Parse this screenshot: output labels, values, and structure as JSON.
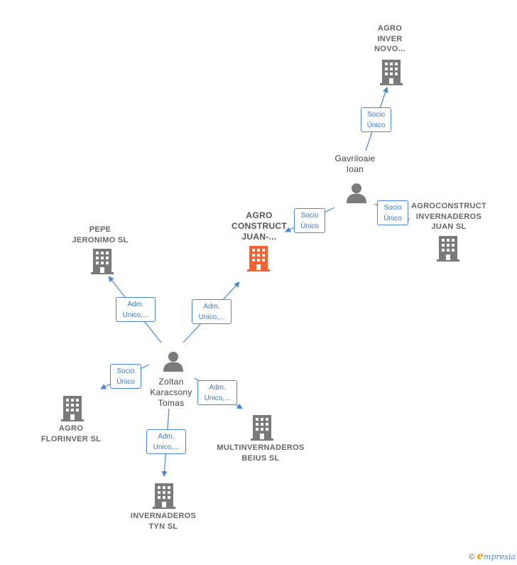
{
  "colors": {
    "company": "#7a7a7a",
    "focus_company": "#f4622f",
    "person": "#7a7a7a",
    "edge": "#4a86d8"
  },
  "nodes": {
    "agro_inver_novo": [
      "AGRO",
      "INVER",
      "NOVO..."
    ],
    "agro_construct": [
      "AGRO",
      "CONSTRUCT",
      "JUAN-..."
    ],
    "agroconstruct_invernaderos": [
      "AGROCONSTRUCT",
      "INVERNADEROS",
      "JUAN  SL"
    ],
    "pepe_jeronimo": [
      "PEPE",
      "JERONIMO  SL"
    ],
    "agro_florinver": [
      "AGRO",
      "FLORINVER  SL"
    ],
    "multinvernaderos": [
      "MULTINVERNADEROS",
      "BEIUS  SL"
    ],
    "invernaderos_tyn": [
      "INVERNADEROS",
      "TYN  SL"
    ],
    "gavriloaie": [
      "Gavriloaie",
      "Ioan"
    ],
    "zoltan": [
      "Zoltan",
      "Karacsony",
      "Tomas"
    ]
  },
  "edges": {
    "gav_agroinver": [
      "Socio",
      "Único"
    ],
    "gav_agroconstruct": [
      "Socio",
      "Único"
    ],
    "gav_agrocinv": [
      "Socio",
      "Único"
    ],
    "zol_pepe": [
      "Adm.",
      "Unico,..."
    ],
    "zol_agroconstruct": [
      "Adm.",
      "Unico,..."
    ],
    "zol_florinver": [
      "Socio",
      "Único"
    ],
    "zol_multi": [
      "Adm.",
      "Unico,..."
    ],
    "zol_tyn": [
      "Adm.",
      "Unico,..."
    ]
  },
  "brand": {
    "copyright": "©",
    "first_letter": "e",
    "rest": "mpresia"
  }
}
